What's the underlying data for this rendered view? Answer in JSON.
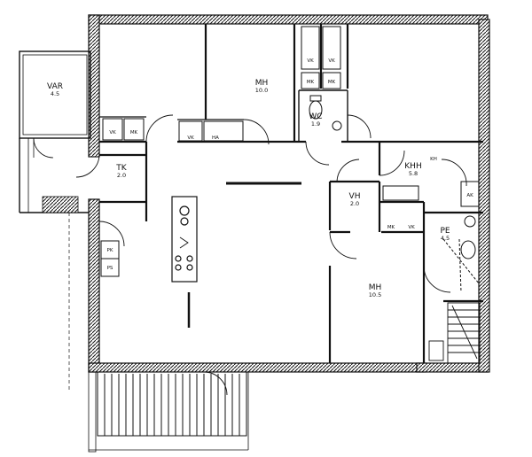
{
  "rooms": {
    "var": {
      "name": "VAR",
      "area": "4.5"
    },
    "mh_top": {
      "name": "MH",
      "area": "10.0"
    },
    "wc": {
      "name": "WC",
      "area": "1.9"
    },
    "tk": {
      "name": "TK",
      "area": "2.0"
    },
    "khh": {
      "name": "KHH",
      "area": "5.8"
    },
    "vh": {
      "name": "VH",
      "area": "2.0"
    },
    "pe": {
      "name": "PE",
      "area": "4.5"
    },
    "mh_bottom": {
      "name": "MH",
      "area": "10.5"
    }
  },
  "fixtures": {
    "vk": "VK",
    "mk": "MK",
    "ha": "HA",
    "kh": "KH",
    "pk": "PK",
    "ps": "PS",
    "ak": "AK"
  }
}
